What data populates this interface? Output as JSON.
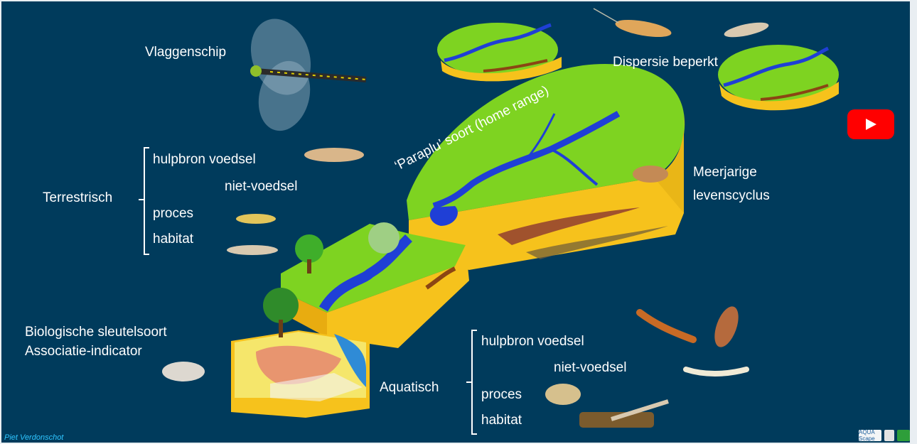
{
  "labels": {
    "flagship": "Vlaggenschip",
    "umbrella": "‘Paraplu’ soort (home range)",
    "dispersal": "Dispersie beperkt",
    "multiyear_1": "Meerjarige",
    "multiyear_2": "levenscyclus",
    "keystone": "Biologische sleutelsoort",
    "association": "Associatie-indicator"
  },
  "terrestrial": {
    "title": "Terrestrisch",
    "items": [
      "hulpbron voedsel",
      "niet-voedsel",
      "proces",
      "habitat"
    ]
  },
  "aquatic": {
    "title": "Aquatisch",
    "items": [
      "hulpbron voedsel",
      "niet-voedsel",
      "proces",
      "habitat"
    ]
  },
  "author": "Piet Verdonschot",
  "logos": [
    "AQUA Scape",
    "",
    ""
  ],
  "icons": {
    "play": "youtube-play-icon"
  },
  "colors": {
    "background": "#003b5c",
    "land": "#7ed321",
    "soil": "#f6c21c",
    "water": "#1f3fd6",
    "author_text": "#2ec5ff",
    "youtube": "#ff0000"
  }
}
